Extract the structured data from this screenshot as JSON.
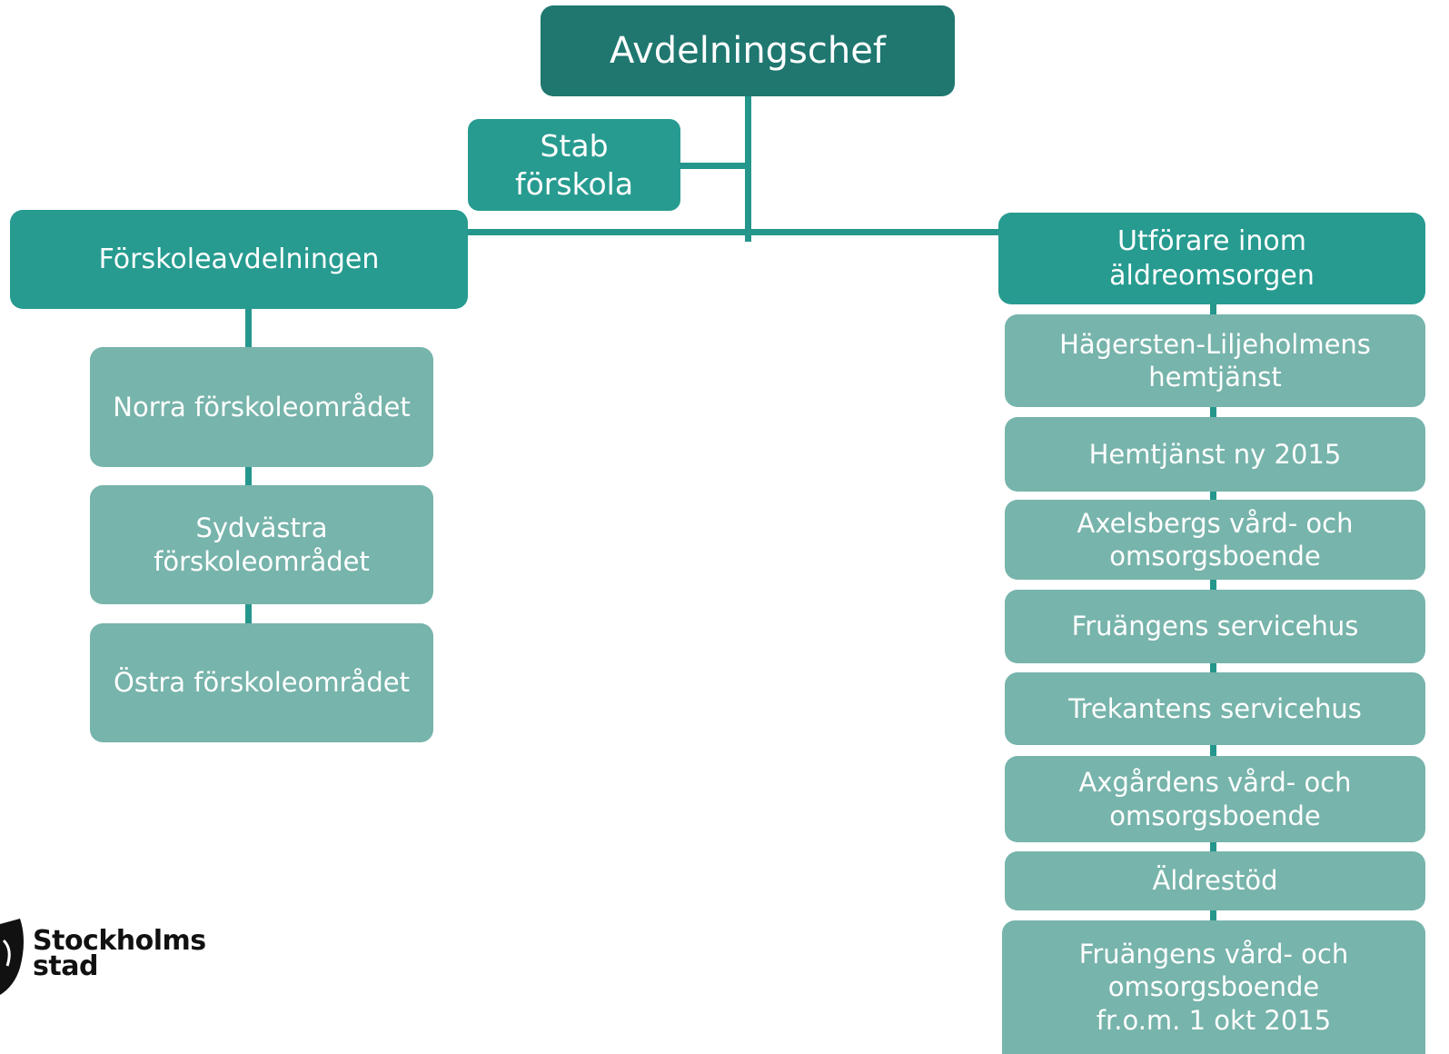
{
  "colors": {
    "top": "#1f7770",
    "level2": "#279b90",
    "level3": "#77b4ab",
    "connector": "#25968c",
    "text": "#ffffff"
  },
  "org": {
    "head": "Avdelningschef",
    "staff": "Stab\nförskola",
    "preschool": {
      "title": "Förskoleavdelningen",
      "units": [
        "Norra förskoleområdet",
        "Sydvästra\nförskoleområdet",
        "Östra förskoleområdet"
      ]
    },
    "elderly": {
      "title": "Utförare inom\näldreomsorgen",
      "units": [
        "Hägersten-Liljeholmens\nhemtjänst",
        "Hemtjänst ny 2015",
        "Axelsbergs vård- och\nomsorgsboende",
        "Fruängens servicehus",
        "Trekantens servicehus",
        "Axgårdens vård- och\nomsorgsboende",
        "Äldrestöd",
        "Fruängens vård- och\nomsorgsboende\nfr.o.m. 1 okt 2015"
      ]
    }
  },
  "logo": {
    "text": "Stockholms\nstad",
    "icon": "stockholm-crest-icon"
  }
}
